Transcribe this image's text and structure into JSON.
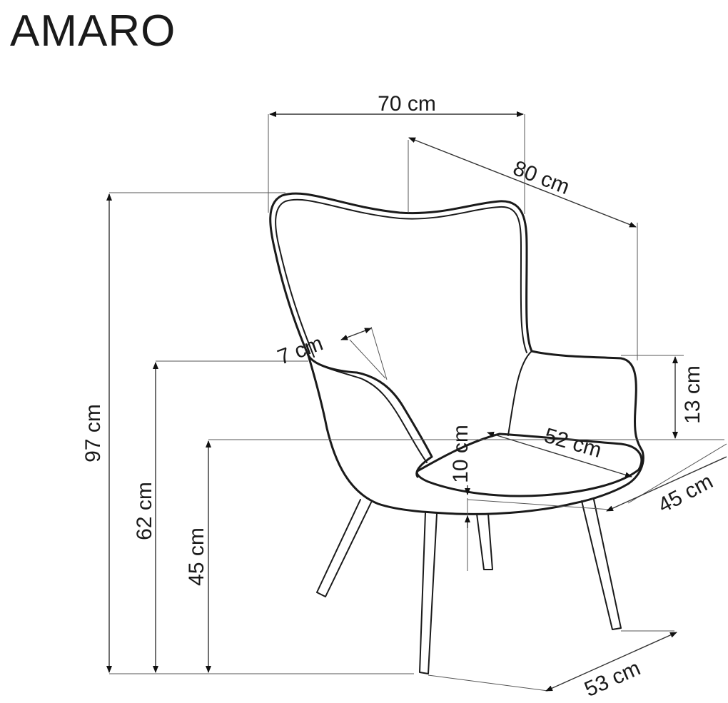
{
  "title": "AMARO",
  "dimensions": {
    "width": "70 cm",
    "depth": "80 cm",
    "height": "97 cm",
    "armrest_height": "62 cm",
    "seat_height": "45 cm",
    "armrest_width": "7 cm",
    "armrest_above_seat": "13 cm",
    "seat_thickness": "10 cm",
    "seat_width": "52 cm",
    "seat_depth": "45 cm",
    "legs_spread": "53 cm"
  }
}
